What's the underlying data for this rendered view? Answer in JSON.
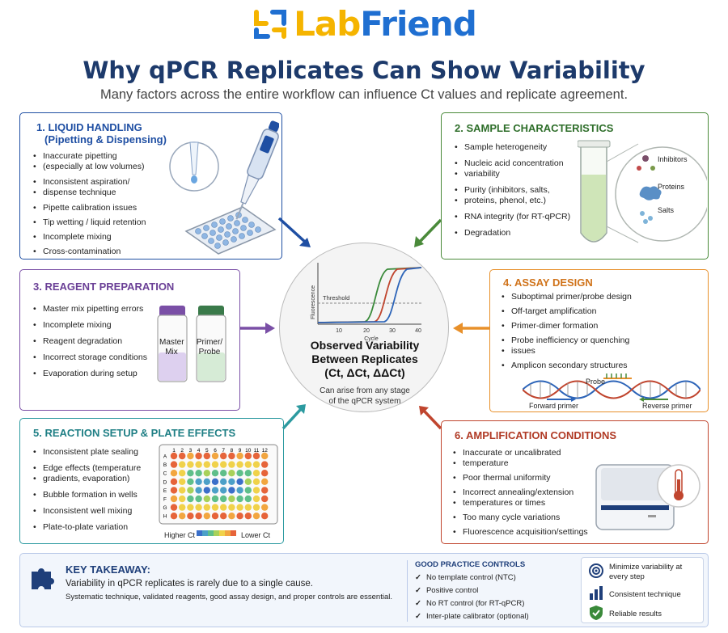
{
  "logo": {
    "part1": "Lab",
    "part2": "Friend"
  },
  "title": "Why qPCR Replicates Can Show Variability",
  "subtitle": "Many factors across the entire workflow can influence Ct values and replicate agreement.",
  "colors": {
    "blue": "#1f4fa3",
    "green": "#4a8a3a",
    "purple": "#7a4fa6",
    "orange": "#e8902a",
    "teal": "#2c9aa0",
    "red": "#c0452e"
  },
  "panels": {
    "p1": {
      "title": "1. LIQUID HANDLING",
      "subtitle": "(Pipetting & Dispensing)",
      "items": [
        "Inaccurate pipetting",
        "(especially at low volumes)",
        "Inconsistent aspiration/",
        "dispense technique",
        "Pipette calibration issues",
        "Tip wetting / liquid retention",
        "Incomplete mixing",
        "Cross-contamination"
      ]
    },
    "p2": {
      "title": "2. SAMPLE CHARACTERISTICS",
      "items": [
        "Sample heterogeneity",
        "Nucleic acid concentration",
        "variability",
        "Purity (inhibitors, salts,",
        "proteins, phenol, etc.)",
        "RNA integrity (for RT-qPCR)",
        "Degradation"
      ],
      "callouts": [
        "Inhibitors",
        "Proteins",
        "Salts"
      ]
    },
    "p3": {
      "title": "3. REAGENT PREPARATION",
      "items": [
        "Master mix pipetting errors",
        "Incomplete mixing",
        "Reagent degradation",
        "Incorrect storage conditions",
        "Evaporation during setup"
      ],
      "tube1": "Master Mix",
      "tube2": "Primer/ Probe"
    },
    "p4": {
      "title": "4. ASSAY DESIGN",
      "items": [
        "Suboptimal primer/probe design",
        "Off-target amplification",
        "Primer-dimer formation",
        "Probe inefficiency or quenching",
        "issues",
        "Amplicon secondary structures"
      ],
      "probe": "Probe",
      "fwd": "Forward primer",
      "rev": "Reverse primer"
    },
    "p5": {
      "title": "5. REACTION SETUP & PLATE EFFECTS",
      "items": [
        "Inconsistent plate sealing",
        "Edge effects (temperature",
        "gradients, evaporation)",
        "Bubble formation in wells",
        "Inconsistent well mixing",
        "Plate-to-plate variation"
      ],
      "cols": [
        "1",
        "2",
        "3",
        "4",
        "5",
        "6",
        "7",
        "8",
        "9",
        "10",
        "11",
        "12"
      ],
      "rows": [
        "A",
        "B",
        "C",
        "D",
        "E",
        "F",
        "G",
        "H"
      ],
      "higher": "Higher Ct",
      "lower": "Lower Ct"
    },
    "p6": {
      "title": "6. AMPLIFICATION CONDITIONS",
      "items": [
        "Inaccurate or uncalibrated",
        "temperature",
        "Poor thermal uniformity",
        "Incorrect annealing/extension",
        "temperatures or times",
        "Too many cycle variations",
        "Fluorescence acquisition/settings"
      ]
    }
  },
  "center": {
    "ylabel": "Fluorescence",
    "threshold": "Threshold",
    "xlabel": "Cycle",
    "ticks": [
      "10",
      "20",
      "30",
      "40"
    ],
    "obs1": "Observed Variability",
    "obs2": "Between Replicates",
    "obs3": "(Ct, ΔCt, ΔΔCt)",
    "arise1": "Can arise from any stage",
    "arise2": "of the qPCR system"
  },
  "takeaway": {
    "title": "KEY TAKEAWAY:",
    "line1": "Variability in qPCR replicates is rarely due to a single cause.",
    "line2": "Systematic technique, validated reagents, good assay design, and proper controls are essential."
  },
  "controls": {
    "title": "GOOD PRACTICE CONTROLS",
    "items": [
      "No template control (NTC)",
      "Positive control",
      "No RT control (for RT-qPCR)",
      "Inter-plate calibrator (optional)"
    ]
  },
  "benefits": [
    "Minimize variability at every step",
    "Consistent technique",
    "Reliable results"
  ]
}
